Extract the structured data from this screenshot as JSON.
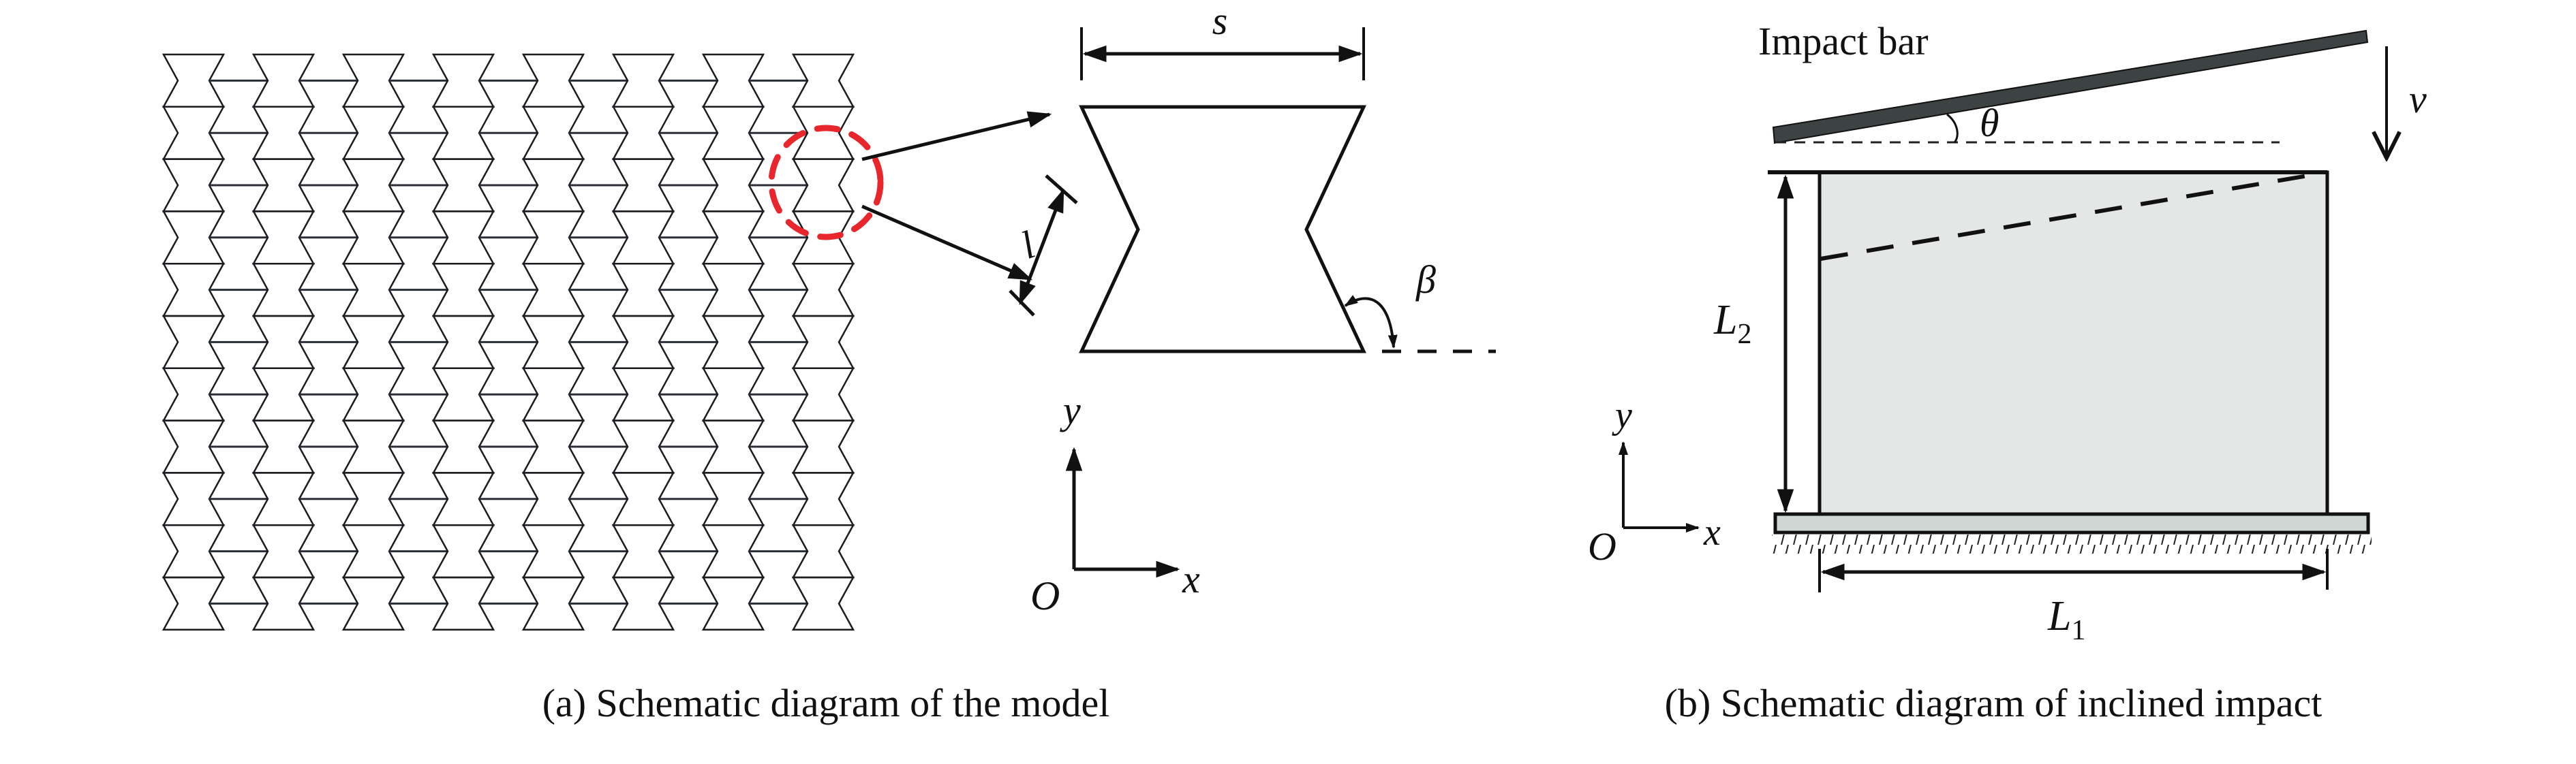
{
  "panel_a": {
    "caption": "(a) Schematic diagram of the model",
    "lattice": {
      "columns": 8,
      "rows": 11,
      "cell_shape": "re-entrant hourglass (auxetic)"
    },
    "highlight_color": "#e8262b",
    "unit_cell": {
      "width_label": "s",
      "strut_length_label": "l",
      "angle_label": "β"
    },
    "axes": {
      "origin": "O",
      "x": "x",
      "y": "y"
    }
  },
  "panel_b": {
    "caption": "(b) Schematic diagram of inclined impact",
    "impact_bar_label": "Impact bar",
    "impact_bar_color": "#3d4243",
    "angle_label": "θ",
    "velocity_label": "v",
    "height_label": {
      "main": "L",
      "sub": "2"
    },
    "width_label": {
      "main": "L",
      "sub": "1"
    },
    "specimen_fill": "#e4e7e6",
    "base_fill": "#cfd6d4",
    "axes": {
      "origin": "O",
      "x": "x",
      "y": "y"
    }
  }
}
